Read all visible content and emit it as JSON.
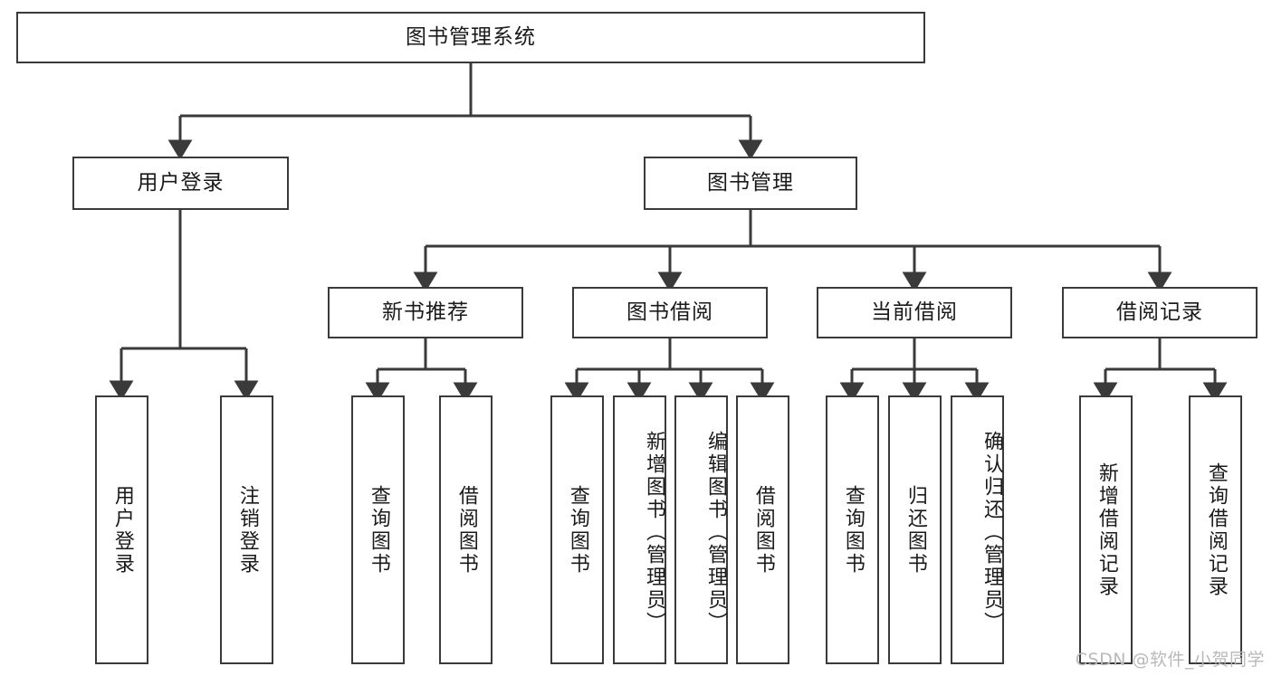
{
  "diagram": {
    "type": "tree-hierarchy",
    "title": "图书管理系统",
    "root": {
      "label": "图书管理系统",
      "orientation": "horizontal"
    },
    "level2": [
      {
        "label": "用户登录",
        "orientation": "horizontal"
      },
      {
        "label": "图书管理",
        "orientation": "horizontal"
      }
    ],
    "level3": [
      {
        "label": "新书推荐",
        "orientation": "horizontal"
      },
      {
        "label": "图书借阅",
        "orientation": "horizontal"
      },
      {
        "label": "当前借阅",
        "orientation": "horizontal"
      },
      {
        "label": "借阅记录",
        "orientation": "horizontal"
      }
    ],
    "leaves": {
      "user_login": [
        {
          "label": "用户登录",
          "orientation": "vertical",
          "align": "centered"
        },
        {
          "label": "注销登录",
          "orientation": "vertical",
          "align": "centered"
        }
      ],
      "new_book_recommend": [
        {
          "label": "查询图书",
          "orientation": "vertical",
          "align": "centered"
        },
        {
          "label": "借阅图书",
          "orientation": "vertical",
          "align": "centered"
        }
      ],
      "book_borrow": [
        {
          "label": "查询图书",
          "orientation": "vertical",
          "align": "centered"
        },
        {
          "label": "新增图书（管理员）",
          "orientation": "vertical",
          "align": "top"
        },
        {
          "label": "编辑图书（管理员）",
          "orientation": "vertical",
          "align": "top"
        },
        {
          "label": "借阅图书",
          "orientation": "vertical",
          "align": "centered"
        }
      ],
      "current_borrow": [
        {
          "label": "查询图书",
          "orientation": "vertical",
          "align": "centered"
        },
        {
          "label": "归还图书",
          "orientation": "vertical",
          "align": "centered"
        },
        {
          "label": "确认归还（管理员）",
          "orientation": "vertical",
          "align": "top"
        }
      ],
      "borrow_record": [
        {
          "label": "新增借阅记录",
          "orientation": "vertical",
          "align": "centered"
        },
        {
          "label": "查询借阅记录",
          "orientation": "vertical",
          "align": "centered"
        }
      ]
    }
  },
  "watermark": {
    "text": "CSDN @软件_小贺同学"
  },
  "colors": {
    "border": "#3a3a3a",
    "text": "#1a1a1a",
    "background": "#ffffff",
    "connector": "#3a3a3a",
    "watermark": "#b9b9b9"
  }
}
